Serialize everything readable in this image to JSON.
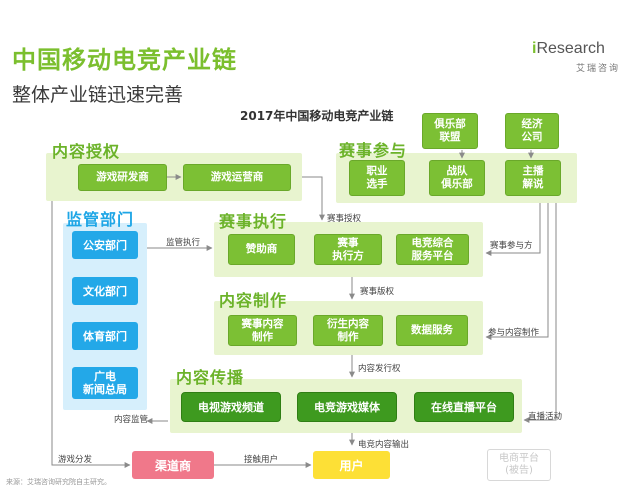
{
  "header": {
    "title": "中国移动电竞产业链",
    "subtitle": "整体产业链迅速完善",
    "chart_title": "2017年中国移动电竞产业链"
  },
  "logo": {
    "brand_i": "i",
    "brand_rest": "Research",
    "sub": "艾瑞咨询"
  },
  "sections": {
    "content_license": {
      "label": "内容授权",
      "nodes": [
        "游戏研发商",
        "游戏运营商"
      ]
    },
    "event_participation": {
      "label": "赛事参与",
      "nodes": [
        "职业\n选手",
        "战队\n俱乐部",
        "主播\n解说"
      ],
      "top_nodes": [
        "俱乐部\n联盟",
        "经济\n公司"
      ]
    },
    "regulation": {
      "label": "监管部门",
      "nodes": [
        "公安部门",
        "文化部门",
        "体育部门",
        "广电\n新闻总局"
      ]
    },
    "event_execution": {
      "label": "赛事执行",
      "nodes": [
        "赞助商",
        "赛事\n执行方",
        "电竞综合\n服务平台"
      ]
    },
    "content_production": {
      "label": "内容制作",
      "nodes": [
        "赛事内容\n制作",
        "衍生内容\n制作",
        "数据服务"
      ]
    },
    "content_distribution": {
      "label": "内容传播",
      "nodes": [
        "电视游戏频道",
        "电竞游戏媒体",
        "在线直播平台"
      ]
    }
  },
  "bottom_nodes": {
    "channel": "渠道商",
    "user": "用户"
  },
  "watermark": {
    "line1": "电商平台",
    "line2": "(被告)"
  },
  "edge_labels": {
    "event_license": "赛事授权",
    "regulation_exec": "监管执行",
    "event_participate": "赛事参与方",
    "event_rights": "赛事版权",
    "content_participate": "参与内容制作",
    "content_distribute_rights": "内容发行权",
    "live_activity": "直播活动",
    "content_supervision": "内容监管",
    "game_distribution": "游戏分发",
    "reach_user": "接触用户",
    "esports_output": "电竞内容输出"
  },
  "source_note": "来源：艾瑞咨询研究院自主研究。",
  "colors": {
    "title_green": "#7bbf2e",
    "node_green": "#7cc034",
    "node_dark_green": "#3e9a1f",
    "panel_green": "#e8f4cf",
    "regulation_blue": "#23a8e8",
    "panel_blue": "#d6effc",
    "channel_pink": "#f0788a",
    "user_yellow": "#fde036"
  }
}
